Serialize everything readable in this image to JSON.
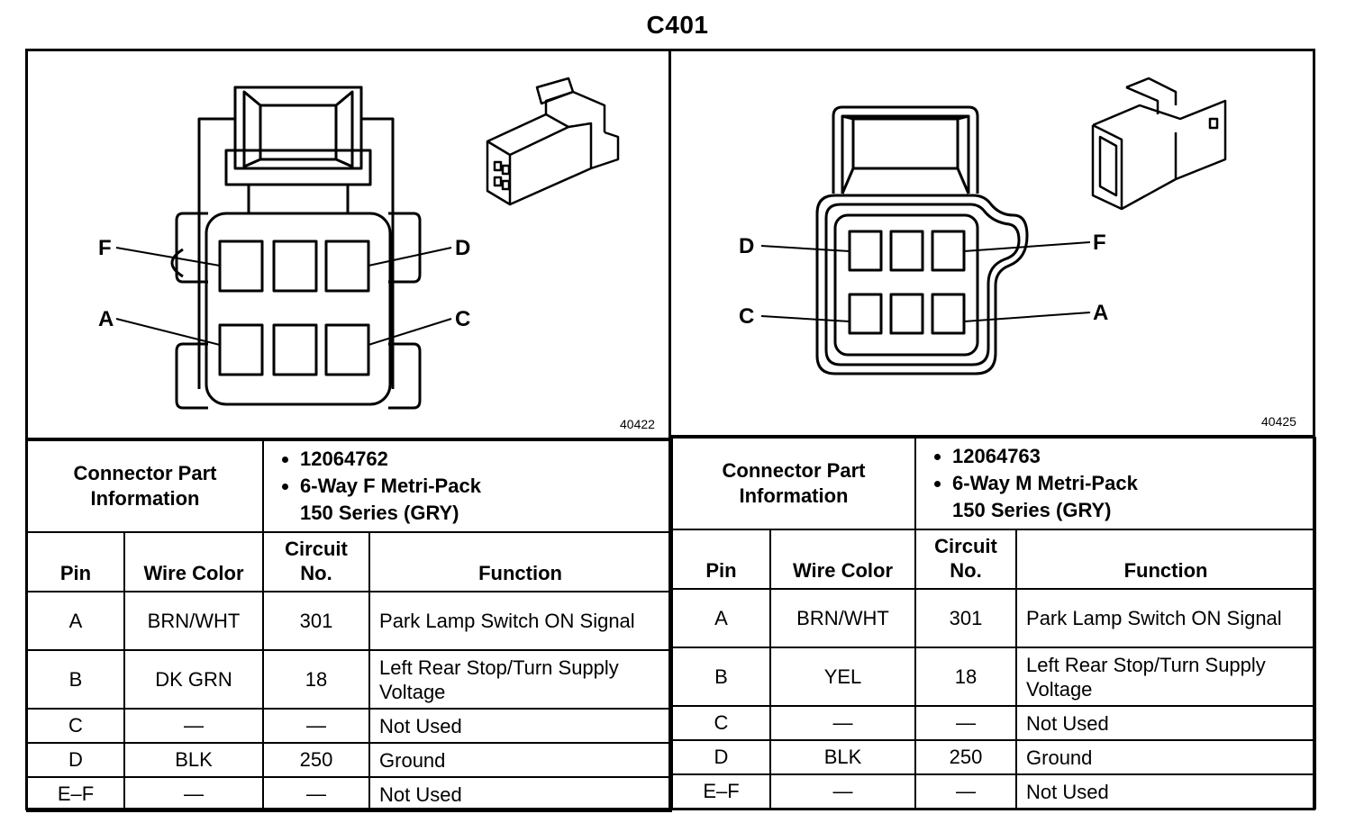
{
  "title": "C401",
  "connectors": [
    {
      "side": "female",
      "ref_number": "40422",
      "pin_labels": {
        "F": "F",
        "D": "D",
        "A": "A",
        "C": "C"
      },
      "info_label": "Connector Part Information",
      "part_number": "12064762",
      "part_desc_1": "6-Way F Metri-Pack",
      "part_desc_2": "150 Series (GRY)",
      "headers": {
        "pin": "Pin",
        "wire": "Wire Color",
        "circuit": "Circuit No.",
        "function": "Function"
      },
      "rows": [
        {
          "pin": "A",
          "wire": "BRN/WHT",
          "circuit": "301",
          "function": "Park Lamp Switch ON Signal"
        },
        {
          "pin": "B",
          "wire": "DK GRN",
          "circuit": "18",
          "function": "Left Rear Stop/Turn Supply Voltage"
        },
        {
          "pin": "C",
          "wire": "—",
          "circuit": "—",
          "function": "Not Used"
        },
        {
          "pin": "D",
          "wire": "BLK",
          "circuit": "250",
          "function": "Ground"
        },
        {
          "pin": "E–F",
          "wire": "—",
          "circuit": "—",
          "function": "Not Used"
        }
      ]
    },
    {
      "side": "male",
      "ref_number": "40425",
      "pin_labels": {
        "D": "D",
        "F": "F",
        "C": "C",
        "A": "A"
      },
      "info_label": "Connector Part Information",
      "part_number": "12064763",
      "part_desc_1": "6-Way M Metri-Pack",
      "part_desc_2": "150 Series (GRY)",
      "headers": {
        "pin": "Pin",
        "wire": "Wire Color",
        "circuit": "Circuit No.",
        "function": "Function"
      },
      "rows": [
        {
          "pin": "A",
          "wire": "BRN/WHT",
          "circuit": "301",
          "function": "Park Lamp Switch ON Signal"
        },
        {
          "pin": "B",
          "wire": "YEL",
          "circuit": "18",
          "function": "Left Rear Stop/Turn Supply Voltage"
        },
        {
          "pin": "C",
          "wire": "—",
          "circuit": "—",
          "function": "Not Used"
        },
        {
          "pin": "D",
          "wire": "BLK",
          "circuit": "250",
          "function": "Ground"
        },
        {
          "pin": "E–F",
          "wire": "—",
          "circuit": "—",
          "function": "Not Used"
        }
      ]
    }
  ]
}
